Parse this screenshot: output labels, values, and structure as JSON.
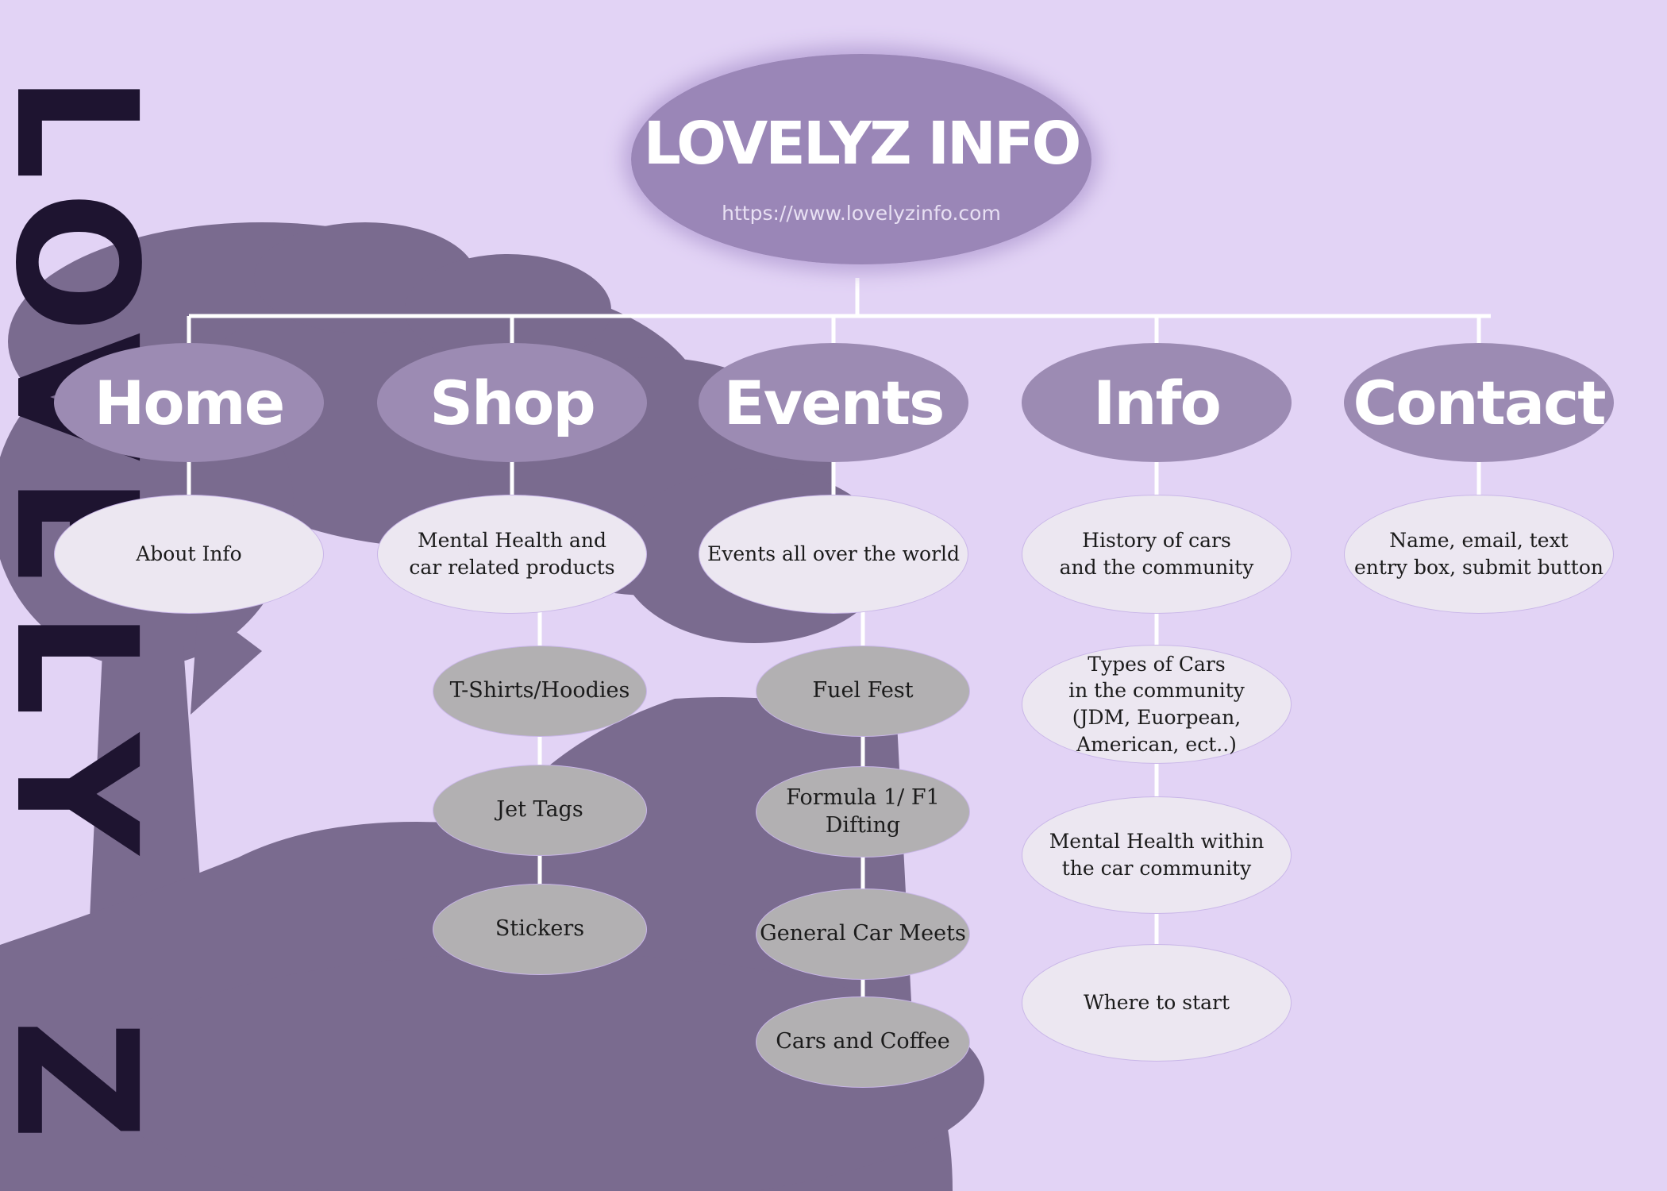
{
  "side_wordmark": [
    "L",
    "O",
    "V",
    "E",
    "L",
    "Y",
    "Z"
  ],
  "header": {
    "title": "LOVELYZ INFO",
    "url": "https://www.lovelyzinfo.com"
  },
  "columns": [
    {
      "id": "home",
      "label": "Home",
      "description": "About Info",
      "children": []
    },
    {
      "id": "shop",
      "label": "Shop",
      "description": "Mental Health and\ncar related products",
      "children": [
        "T-Shirts/Hoodies",
        "Jet Tags",
        "Stickers"
      ]
    },
    {
      "id": "events",
      "label": "Events",
      "description": "Events all over the world",
      "children": [
        "Fuel Fest",
        "Formula 1/ F1 Difting",
        "General Car Meets",
        "Cars and Coffee"
      ]
    },
    {
      "id": "info",
      "label": "Info",
      "description": "History of cars\nand the community",
      "children": [
        "Types of Cars\nin the community\n(JDM, Euorpean,\nAmerican, ect..)",
        "Mental Health within\nthe car community",
        "Where to start"
      ]
    },
    {
      "id": "contact",
      "label": "Contact",
      "description": "Name, email, text\nentry box, submit button",
      "children": []
    }
  ],
  "colors": {
    "background": "#e2d3f5",
    "silhouette": "#7a6b8f",
    "category_fill": "#9c8bb3",
    "description_fill": "#ece7f1",
    "subitem_fill": "#b2b0b2",
    "wordmark": "#1e1430",
    "connector": "#ffffff"
  }
}
